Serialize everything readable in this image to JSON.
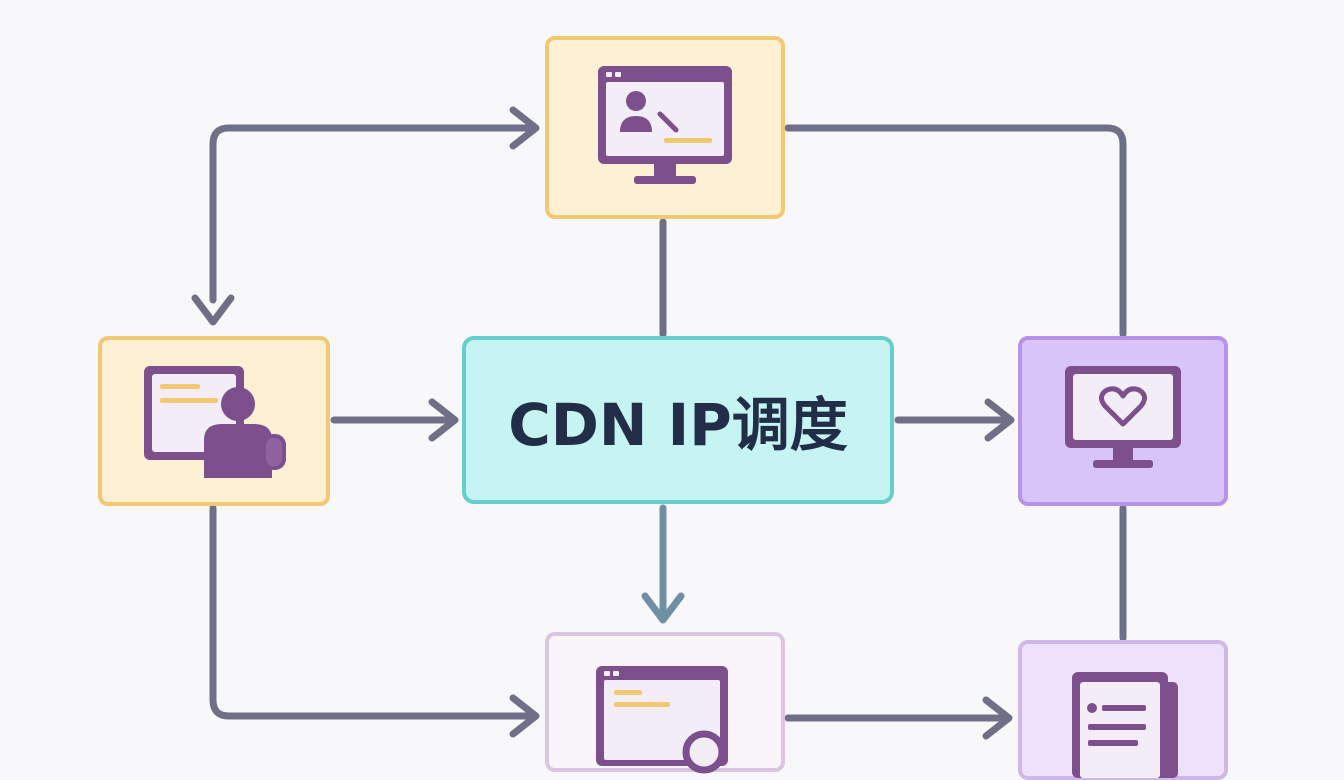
{
  "diagram": {
    "center_label": "CDN IP调度",
    "colors": {
      "edge": "#6f6f88",
      "edge_accent": "#6f90a4",
      "icon": "#7d4f8c",
      "center_fill": "#c6f4f3",
      "center_border": "#64cfcc",
      "yellow_fill": "#fdf0d3",
      "yellow_border": "#f3c873",
      "purple_fill": "#d8c4f7",
      "purple_border": "#b792ea"
    },
    "nodes": [
      {
        "id": "top",
        "icon": "monitor-user-icon"
      },
      {
        "id": "left",
        "icon": "presenter-icon"
      },
      {
        "id": "center",
        "icon": ""
      },
      {
        "id": "right",
        "icon": "monitor-heart-icon"
      },
      {
        "id": "bottom",
        "icon": "monitor-search-icon"
      },
      {
        "id": "bottom-right",
        "icon": "document-icon"
      }
    ],
    "edges": [
      {
        "from": "left",
        "to": "top"
      },
      {
        "from": "top",
        "to": "left"
      },
      {
        "from": "left",
        "to": "center"
      },
      {
        "from": "center",
        "to": "right"
      },
      {
        "from": "top",
        "to": "center"
      },
      {
        "from": "top",
        "to": "right"
      },
      {
        "from": "center",
        "to": "bottom"
      },
      {
        "from": "left",
        "to": "bottom"
      },
      {
        "from": "bottom",
        "to": "bottom-right"
      },
      {
        "from": "right",
        "to": "bottom-right"
      }
    ]
  }
}
